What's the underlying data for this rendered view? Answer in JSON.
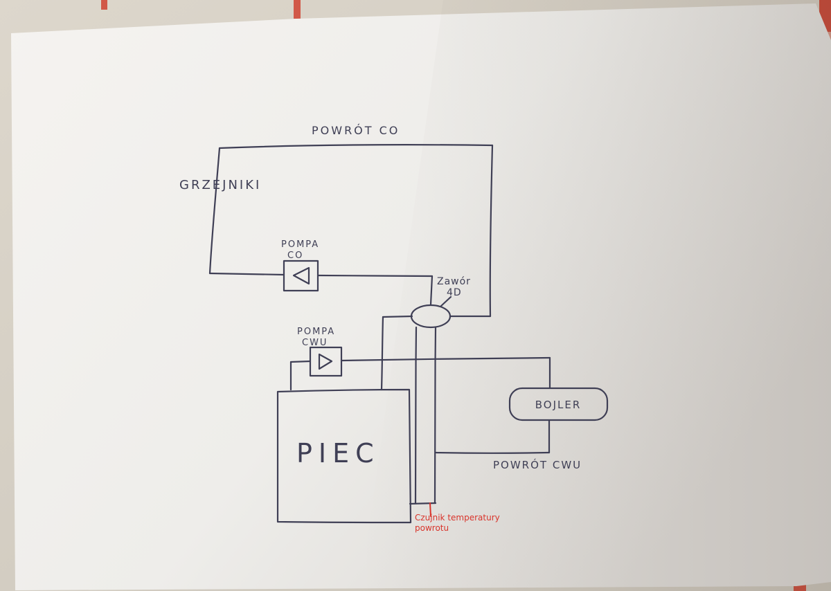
{
  "scene": {
    "description": "Photo of a hand-drawn heating system schematic on a sheet of paper lying on a tablecloth"
  },
  "labels": {
    "powrot_co": "POWRÓT CO",
    "grzejniki": "GRZEJNIKI",
    "pompa_co_line1": "POMPA",
    "pompa_co_line2": "CO",
    "zawor_line1": "Zawór",
    "zawor_line2": "4D",
    "pompa_cwu_line1": "POMPA",
    "pompa_cwu_line2": "CWU",
    "piec": "PIEC",
    "bojler": "BOJLER",
    "powrot_cwu": "POWRÓT CWU",
    "sensor_line1": "Czujnik temperatury",
    "sensor_line2": "powrotu"
  },
  "colors": {
    "ink": "#3f3f55",
    "annotation_red": "#d9342b",
    "paper": "#f2f0ed",
    "tablecloth": "#d7d1c6",
    "stripe_red": "#cf4a3a"
  }
}
